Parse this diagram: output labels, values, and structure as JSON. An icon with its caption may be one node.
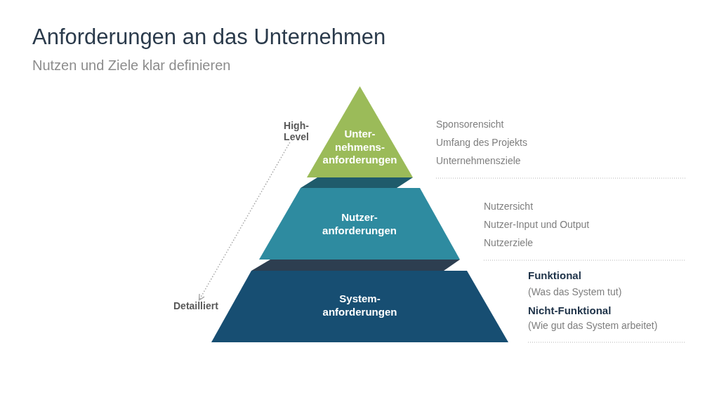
{
  "diagram": {
    "title": "Anforderungen an das Unternehmen",
    "nodes": [
      {
        "text": [
          "High- Level"
        ]
      },
      {
        "text": [
          "Unter- nehmens- anforderungen"
        ],
        "beside": [
          "Sponsorensicht",
          "Umfang des Projekts",
          "Unternehmensziele"
        ]
      },
      {
        "text": [
          "Nutzer- anforderungen"
        ],
        "beside": [
          "Nutzersicht",
          "Nutzer-Input und Output",
          "Nutzerziele"
        ]
      },
      {
        "text": [
          "Detailliert"
        ]
      },
      {
        "text": [
          "System- anforderungen"
        ],
        "beside": [
          "Funktional",
          "(Was das System tut)",
          "Nicht-Funktional",
          "(Wie gut das System arbeitet)"
        ]
      }
    ],
    "edges": [
      {
        "from": 0,
        "to": 3,
        "arrow": "to",
        "style": "dashed"
      }
    ],
    "labels": [
      "Nutzen und Ziele klar definieren"
    ]
  }
}
